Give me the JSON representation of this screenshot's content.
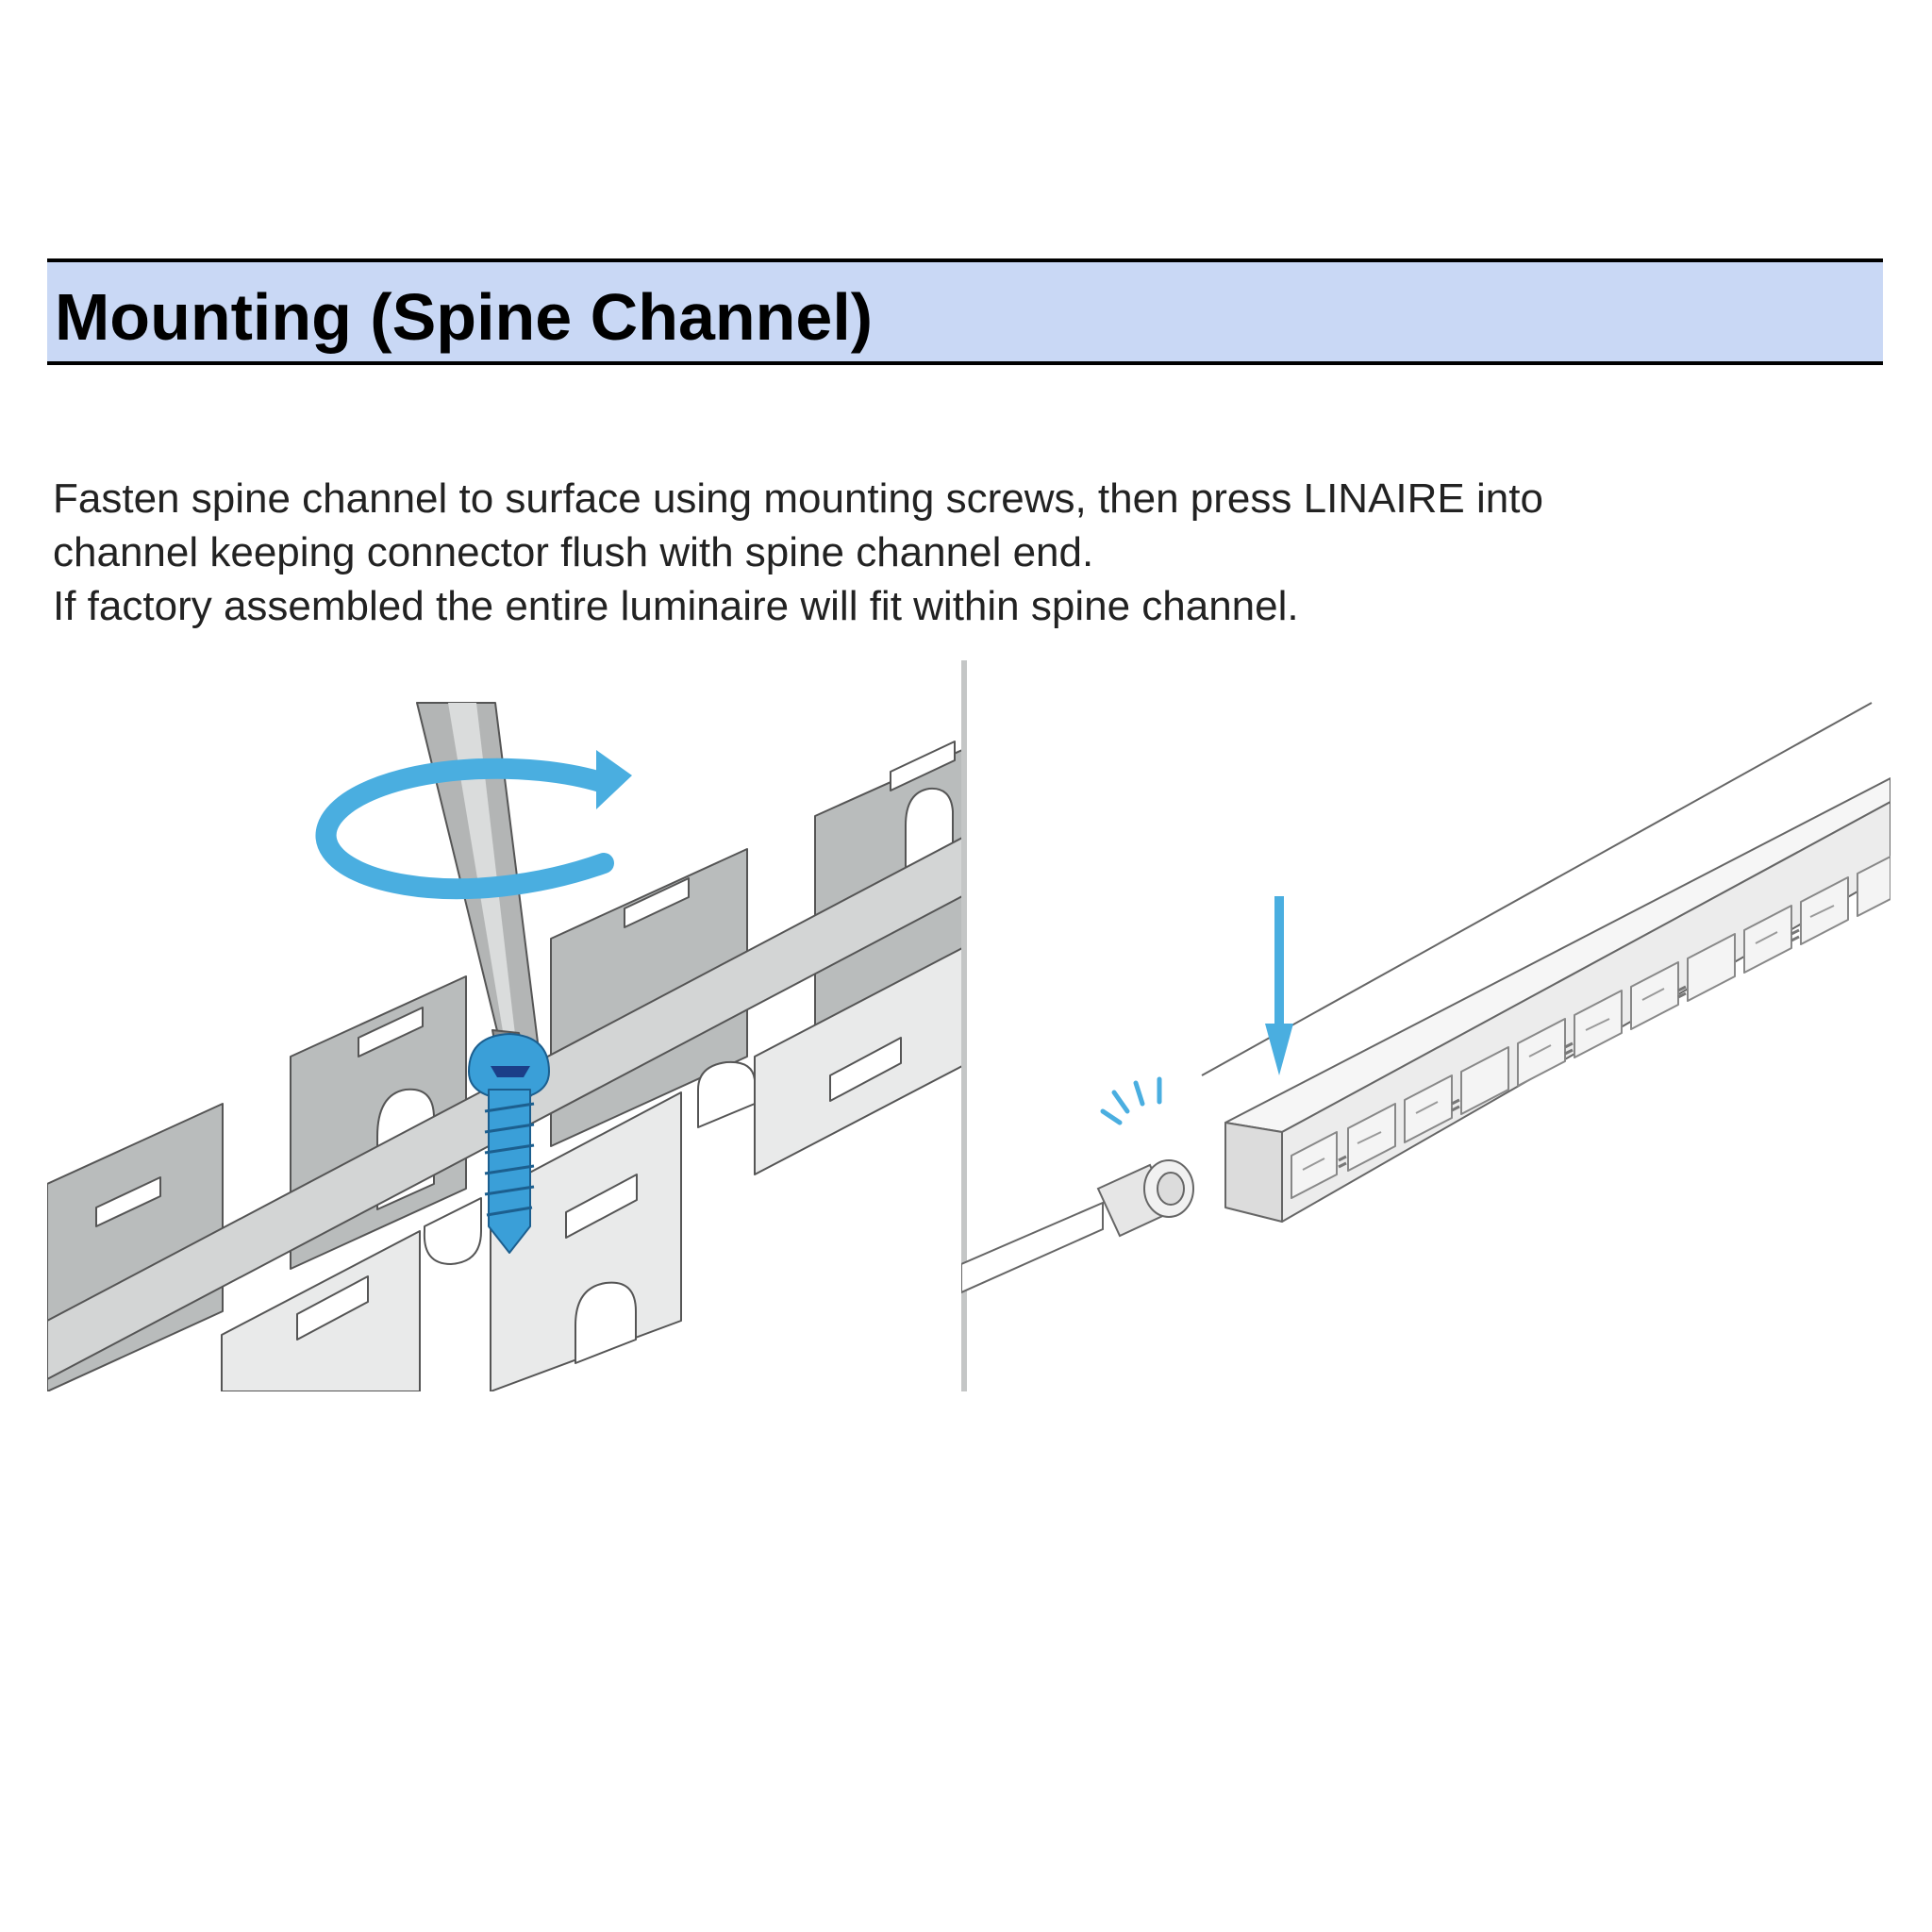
{
  "section": {
    "title": "Mounting (Spine Channel)"
  },
  "instructions": {
    "line1": "Fasten spine channel to surface using mounting screws, then press LINAIRE into",
    "line2": "channel keeping connector flush with spine channel end.",
    "line3": "If factory assembled the entire luminaire will fit within spine channel."
  },
  "colors": {
    "header_background": "#c9d8f5",
    "accent_blue": "#4aaee0",
    "channel_gray": "#b9bcbc",
    "channel_light": "#e9eaea"
  },
  "illustrations": {
    "left": {
      "icons": [
        "screwdriver-icon",
        "rotate-arrow-icon",
        "screw-icon",
        "spine-channel-icon"
      ]
    },
    "right": {
      "icons": [
        "press-down-arrow-icon",
        "luminaire-icon",
        "connector-icon",
        "cable-icon",
        "click-marks-icon"
      ]
    }
  }
}
